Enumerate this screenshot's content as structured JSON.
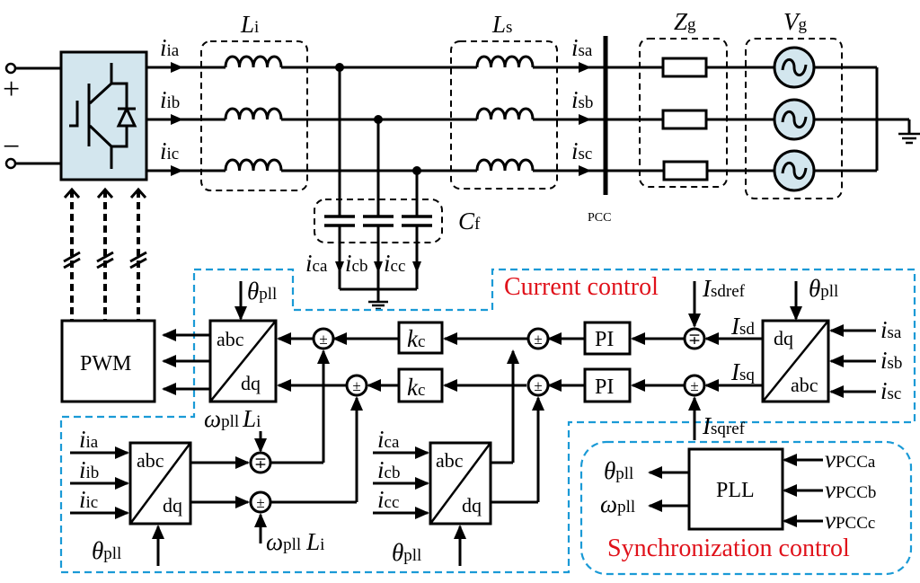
{
  "figure": {
    "description": "Grid-connected inverter with LCL filter, current control and synchronization (PLL) control",
    "colors": {
      "inverter_fill": "#d3e6ee",
      "source_fill": "#d3e6ee",
      "control_box": "#1a9ad6",
      "region_label": "#e0121b",
      "wire": "#000000"
    }
  },
  "power_stage": {
    "dc_plus": "+",
    "dc_minus": "−",
    "inverter_icon": "igbt-diode-icon",
    "inverter_currents": [
      {
        "main": "i",
        "sub": "ia"
      },
      {
        "main": "i",
        "sub": "ib"
      },
      {
        "main": "i",
        "sub": "ic"
      }
    ],
    "Li_label": {
      "main": "L",
      "sub": "i"
    },
    "Ls_label": {
      "main": "L",
      "sub": "s"
    },
    "Cf_label": {
      "main": "C",
      "sub": "f"
    },
    "Zg_label": {
      "main": "Z",
      "sub": "g"
    },
    "Vg_label": {
      "main": "V",
      "sub": "g"
    },
    "grid_currents": [
      {
        "main": "i",
        "sub": "sa"
      },
      {
        "main": "i",
        "sub": "sb"
      },
      {
        "main": "i",
        "sub": "sc"
      }
    ],
    "cap_currents": [
      {
        "main": "i",
        "sub": "ca"
      },
      {
        "main": "i",
        "sub": "cb"
      },
      {
        "main": "i",
        "sub": "cc"
      }
    ],
    "pcc_label": "PCC"
  },
  "current_control": {
    "title": "Current control",
    "pwm_label": "PWM",
    "theta_pll": {
      "main": "θ",
      "sub": "pll"
    },
    "omega_L": {
      "main": "ω",
      "sub": "pll",
      "tail": "L",
      "tail_sub": "i"
    },
    "kc_label": {
      "main": "k",
      "sub": "c"
    },
    "pi_label": "PI",
    "abc": "abc",
    "dq": "dq",
    "Isdref": {
      "main": "I",
      "sub": "sdref"
    },
    "Isqref": {
      "main": "I",
      "sub": "sqref"
    },
    "Isd": {
      "main": "I",
      "sub": "sd"
    },
    "Isq": {
      "main": "I",
      "sub": "sq"
    },
    "sum_signs": {
      "pm": "±",
      "mp": "∓"
    }
  },
  "sync_control": {
    "title": "Synchronization control",
    "pll_label": "PLL",
    "outputs": [
      {
        "main": "θ",
        "sub": "pll"
      },
      {
        "main": "ω",
        "sub": "pll"
      }
    ],
    "inputs": [
      {
        "main": "v",
        "sub": "PCCa"
      },
      {
        "main": "v",
        "sub": "PCCb"
      },
      {
        "main": "v",
        "sub": "PCCc"
      }
    ]
  }
}
